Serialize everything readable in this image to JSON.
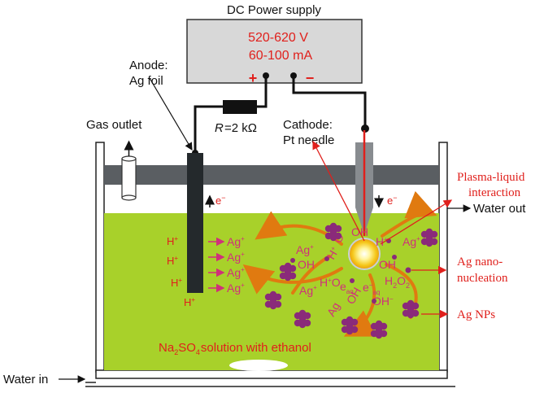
{
  "power_supply": {
    "title": "DC Power supply",
    "voltage": "520-620  V",
    "current": "60-100 mA",
    "plus": "+",
    "minus": "−"
  },
  "anode": {
    "line1": "Anode:",
    "line2": "Ag foil"
  },
  "cathode": {
    "line1": "Cathode:",
    "line2": "Pt needle"
  },
  "resistor": {
    "symbol": "R",
    "value": "=2 kΩ"
  },
  "gas_outlet": "Gas outlet",
  "water_in": "Water in",
  "water_out": "Water out",
  "plasma_label": {
    "line1": "Plasma-liquid",
    "line2": "interaction"
  },
  "nucleation_label": {
    "line1": "Ag nano-",
    "line2": "nucleation"
  },
  "nps_label": "Ag NPs",
  "electron": "e",
  "electron_sup": "−",
  "solution": {
    "formula_a": "Na",
    "sub2": "2",
    "formula_b": "SO",
    "sub4": "4",
    "rest": "solution with ethanol"
  },
  "species": {
    "h_plus": "H",
    "plus": "+",
    "ag": "Ag",
    "oh": "OH",
    "oh_minus": "OH",
    "minus": "−",
    "h2o2_h": "H",
    "h2o2_o": "O",
    "two": "2",
    "h2o": "H",
    "o": "O",
    "eaq": "e",
    "aq": "aq"
  },
  "colors": {
    "solution": "#a8d12a",
    "lid": "#555a5e",
    "electrode": "#24292c",
    "red": "#e0201c",
    "purple": "#8a2a7a",
    "orange": "#e07a10",
    "magenta": "#d0307a"
  }
}
